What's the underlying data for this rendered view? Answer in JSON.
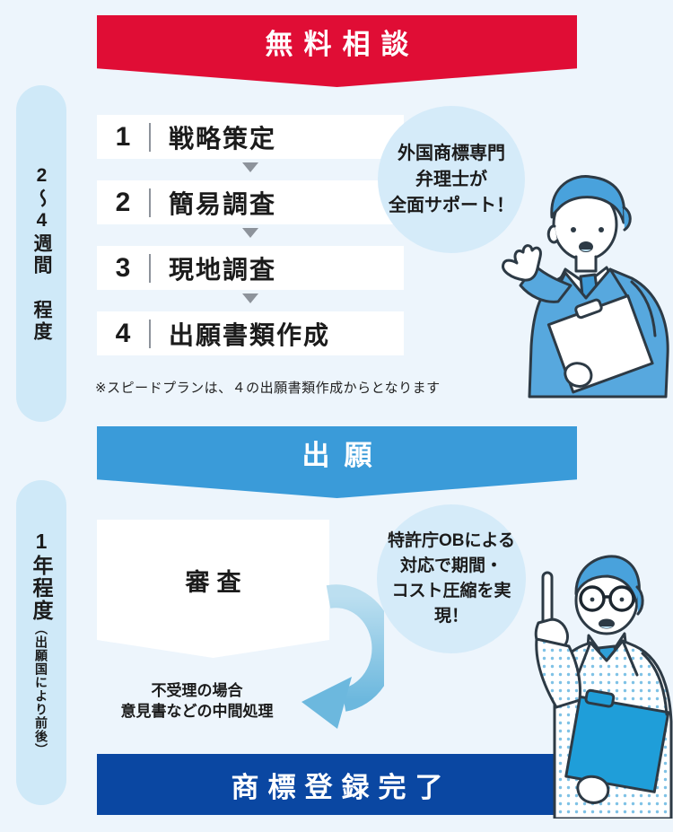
{
  "colors": {
    "background": "#edf5fc",
    "banner_red": "#e00d35",
    "banner_blue": "#3a9bd9",
    "banner_dark_blue": "#0a47a2",
    "pill": "#cfe9f8",
    "bubble": "#d5ebf9",
    "step_box": "#ffffff",
    "arrow_light": "#bcdff0",
    "arrow_dark": "#6cb8de"
  },
  "banners": {
    "consultation": "無料相談",
    "application": "出願",
    "completion": "商標登録完了"
  },
  "phases": {
    "phase1_duration": "2〜4週間 程度",
    "phase2_duration_main": "1年程度",
    "phase2_duration_sub": "（出願国により前後）"
  },
  "steps": [
    {
      "number": "1",
      "label": "戦略策定"
    },
    {
      "number": "2",
      "label": "簡易調査"
    },
    {
      "number": "3",
      "label": "現地調査"
    },
    {
      "number": "4",
      "label": "出願書類作成"
    }
  ],
  "note": "※スピードプランは、４の出願書類作成からとなります",
  "bubbles": {
    "support": {
      "line1": "外国商標専門",
      "line2": "弁理士が",
      "line3": "全面サポート！"
    },
    "jpo": {
      "line1": "特許庁OBによる",
      "line2": "対応で期間・",
      "line3": "コスト圧縮を実現！"
    }
  },
  "examination": {
    "label": "審査",
    "loop_line1": "不受理の場合",
    "loop_line2": "意見書などの中間処理"
  }
}
